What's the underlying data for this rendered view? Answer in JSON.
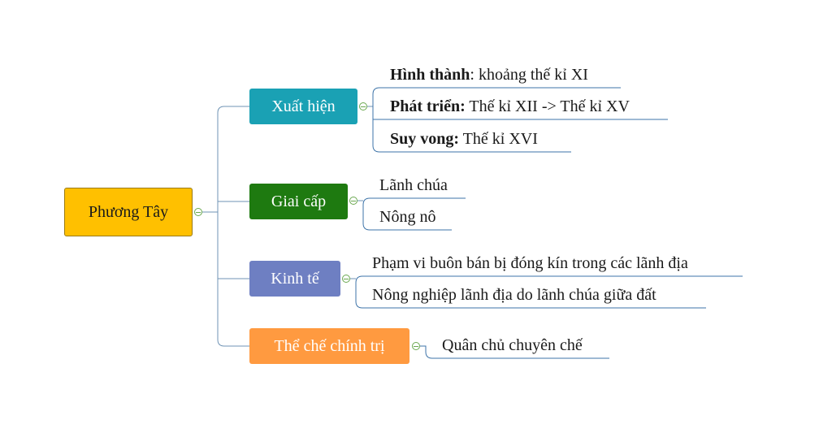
{
  "root": {
    "label": "Phương Tây",
    "color": "#ffc000"
  },
  "branches": [
    {
      "label": "Xuất hiện",
      "color": "#1aa1b4",
      "children": [
        {
          "bold": "Hình thành",
          "text": ": khoảng thế kỉ XI"
        },
        {
          "bold": "Phát triển:",
          "text": " Thế kỉ XII -> Thế kỉ XV"
        },
        {
          "bold": "Suy vong:",
          "text": " Thế kỉ XVI"
        }
      ]
    },
    {
      "label": "Giai cấp",
      "color": "#1e7a10",
      "children": [
        {
          "bold": "",
          "text": "Lãnh chúa"
        },
        {
          "bold": "",
          "text": "Nông nô"
        }
      ]
    },
    {
      "label": "Kinh tế",
      "color": "#6e7fc2",
      "children": [
        {
          "bold": "",
          "text": "Phạm vi buôn bán bị đóng kín trong các lãnh địa"
        },
        {
          "bold": "",
          "text": "Nông nghiệp lãnh địa do lãnh chúa giữa đất"
        }
      ]
    },
    {
      "label": "Thể chế chính trị",
      "color": "#ff9a40",
      "children": [
        {
          "bold": "",
          "text": "Quân chủ chuyên chế"
        }
      ]
    }
  ],
  "line_color": "#3d73a8",
  "connector_color": "#6f93b5"
}
